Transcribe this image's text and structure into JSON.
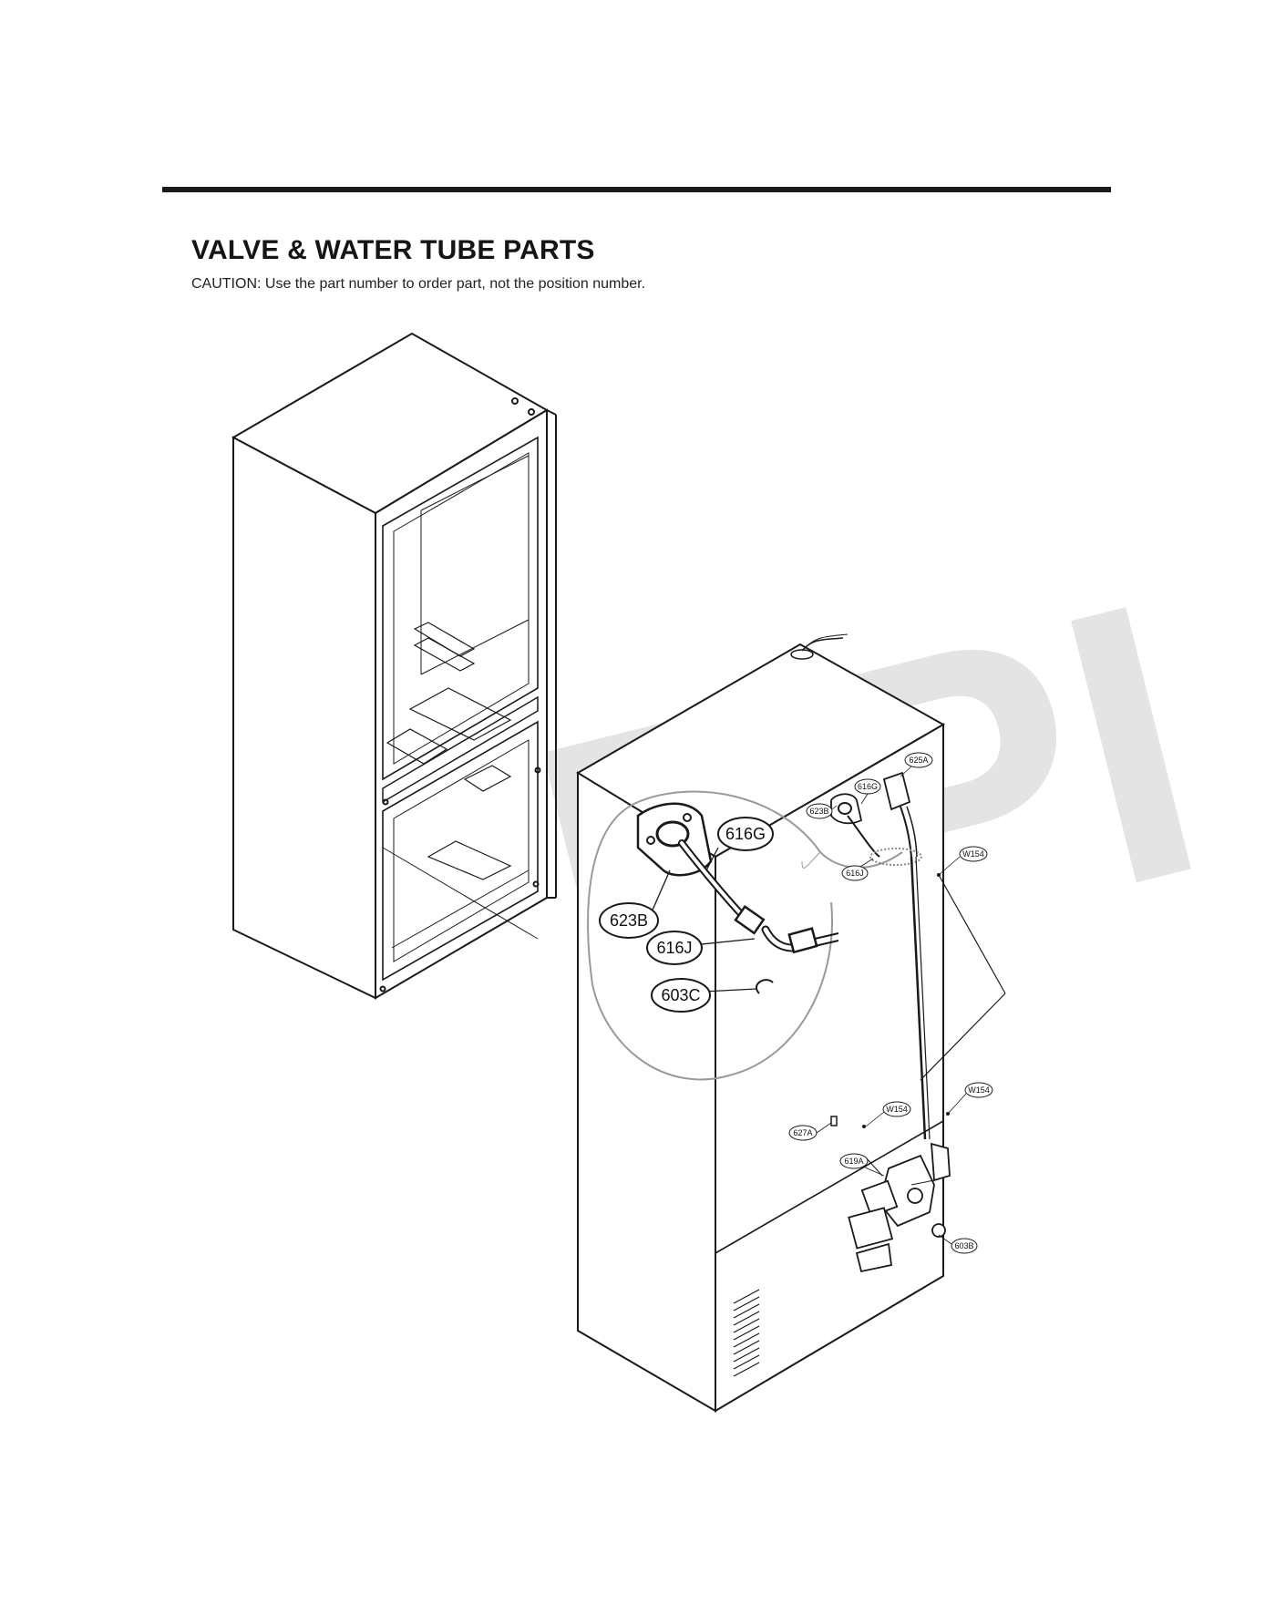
{
  "header": {
    "title": "VALVE & WATER TUBE PARTS",
    "caution": "CAUTION: Use the part number to order part, not the position number."
  },
  "watermark": {
    "text": "RPI",
    "color": "#e3e3e3"
  },
  "callouts": {
    "large": [
      "616G",
      "623B",
      "616J",
      "603C"
    ],
    "small": [
      "625A",
      "616G",
      "623B",
      "616J",
      "W154",
      "W154",
      "W154",
      "627A",
      "619A",
      "603B"
    ]
  },
  "colors": {
    "line": "#1a1a1a",
    "detail_circle": "#9a9a9a"
  }
}
